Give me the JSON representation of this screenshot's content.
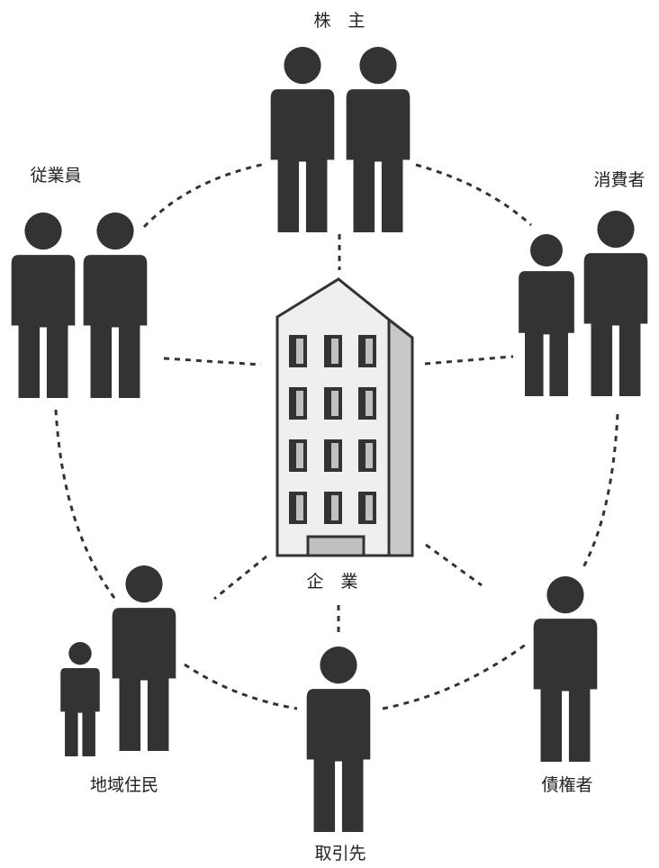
{
  "center": {
    "label": "企　業"
  },
  "stakeholders": {
    "shareholders": "株　主",
    "employees": "従業員",
    "consumers": "消費者",
    "community": "地域住民",
    "suppliers": "取引先",
    "creditors": "債権者"
  },
  "colors": {
    "figure": "#333333",
    "building_face": "#efefef",
    "building_side": "#c8c8c8",
    "building_stroke": "#333333",
    "window": "#333333",
    "window_pane": "#c0c0c0",
    "dashes": "#333333"
  }
}
